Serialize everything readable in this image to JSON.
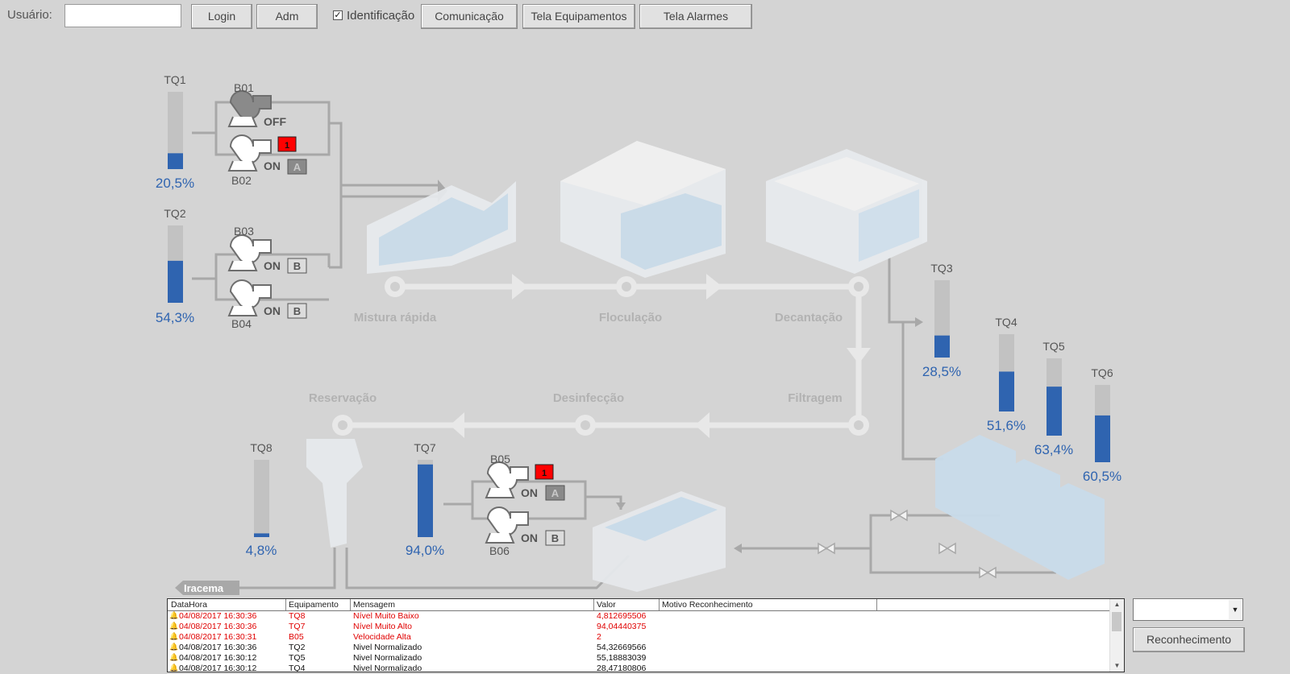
{
  "topbar": {
    "user_label": "Usuário:",
    "user_value": "",
    "login_label": "Login",
    "adm_label": "Adm",
    "identificacao_label": "Identificação",
    "identificacao_checked": true,
    "comunicacao_label": "Comunicação",
    "tela_equipamentos_label": "Tela Equipamentos",
    "tela_alarmes_label": "Tela Alarmes"
  },
  "tanks": {
    "TQ1": {
      "label": "TQ1",
      "level_text": "20,5%",
      "level": 0.205
    },
    "TQ2": {
      "label": "TQ2",
      "level_text": "54,3%",
      "level": 0.543
    },
    "TQ3": {
      "label": "TQ3",
      "level_text": "28,5%",
      "level": 0.285
    },
    "TQ4": {
      "label": "TQ4",
      "level_text": "51,6%",
      "level": 0.516
    },
    "TQ5": {
      "label": "TQ5",
      "level_text": "63,4%",
      "level": 0.634
    },
    "TQ6": {
      "label": "TQ6",
      "level_text": "60,5%",
      "level": 0.605
    },
    "TQ7": {
      "label": "TQ7",
      "level_text": "94,0%",
      "level": 0.94
    },
    "TQ8": {
      "label": "TQ8",
      "level_text": "4,8%",
      "level": 0.048
    }
  },
  "pumps": {
    "B01": {
      "label": "B01",
      "state": "OFF"
    },
    "B02": {
      "label": "B02",
      "state": "ON",
      "mode": "A",
      "alarm": "1"
    },
    "B03": {
      "label": "B03",
      "state": "ON",
      "mode": "B"
    },
    "B04": {
      "label": "B04",
      "state": "ON",
      "mode": "B"
    },
    "B05": {
      "label": "B05",
      "state": "ON",
      "mode": "A",
      "alarm": "1"
    },
    "B06": {
      "label": "B06",
      "state": "ON",
      "mode": "B"
    }
  },
  "stages": {
    "mistura": "Mistura rápida",
    "floculacao": "Floculação",
    "decantacao": "Decantação",
    "filtragem": "Filtragem",
    "desinfeccao": "Desinfecção",
    "reservacao": "Reservação"
  },
  "destination_label": "Iracema",
  "alarm_grid": {
    "headers": [
      "DataHora",
      "Equipamento",
      "Mensagem",
      "Valor",
      "Motivo Reconhecimento"
    ],
    "rows": [
      {
        "icon": "alarm-bell-red",
        "datahora": "04/08/2017 16:30:36",
        "equip": "TQ8",
        "msg": "Nível Muito Baixo",
        "valor": "4,812695506",
        "motivo": "",
        "color": "#e00000"
      },
      {
        "icon": "alarm-bell-red",
        "datahora": "04/08/2017 16:30:36",
        "equip": "TQ7",
        "msg": "Nível Muito Alto",
        "valor": "94,04440375",
        "motivo": "",
        "color": "#e00000"
      },
      {
        "icon": "alarm-bell-red",
        "datahora": "04/08/2017 16:30:31",
        "equip": "B05",
        "msg": "Velocidade Alta",
        "valor": "2",
        "motivo": "",
        "color": "#e00000"
      },
      {
        "icon": "alarm-bell-yellow",
        "datahora": "04/08/2017 16:30:36",
        "equip": "TQ2",
        "msg": "Nivel Normalizado",
        "valor": "54,32669566",
        "motivo": "",
        "color": "#111111"
      },
      {
        "icon": "alarm-bell-yellow",
        "datahora": "04/08/2017 16:30:12",
        "equip": "TQ5",
        "msg": "Nivel Normalizado",
        "valor": "55,18883039",
        "motivo": "",
        "color": "#111111"
      },
      {
        "icon": "alarm-bell-yellow",
        "datahora": "04/08/2017 16:30:12",
        "equip": "TQ4",
        "msg": "Nivel Normalizado",
        "valor": "28,47180806",
        "motivo": "",
        "color": "#111111"
      }
    ]
  },
  "combo_value": "",
  "ack_button_label": "Reconhecimento",
  "colors": {
    "level_fill": "#2f64b0",
    "level_bg": "#c2c2c2",
    "alarm_red": "#ff0000",
    "pipe": "#a8a8a8",
    "flow": "#e6e6e6",
    "stage_text": "#b2b2b2"
  }
}
